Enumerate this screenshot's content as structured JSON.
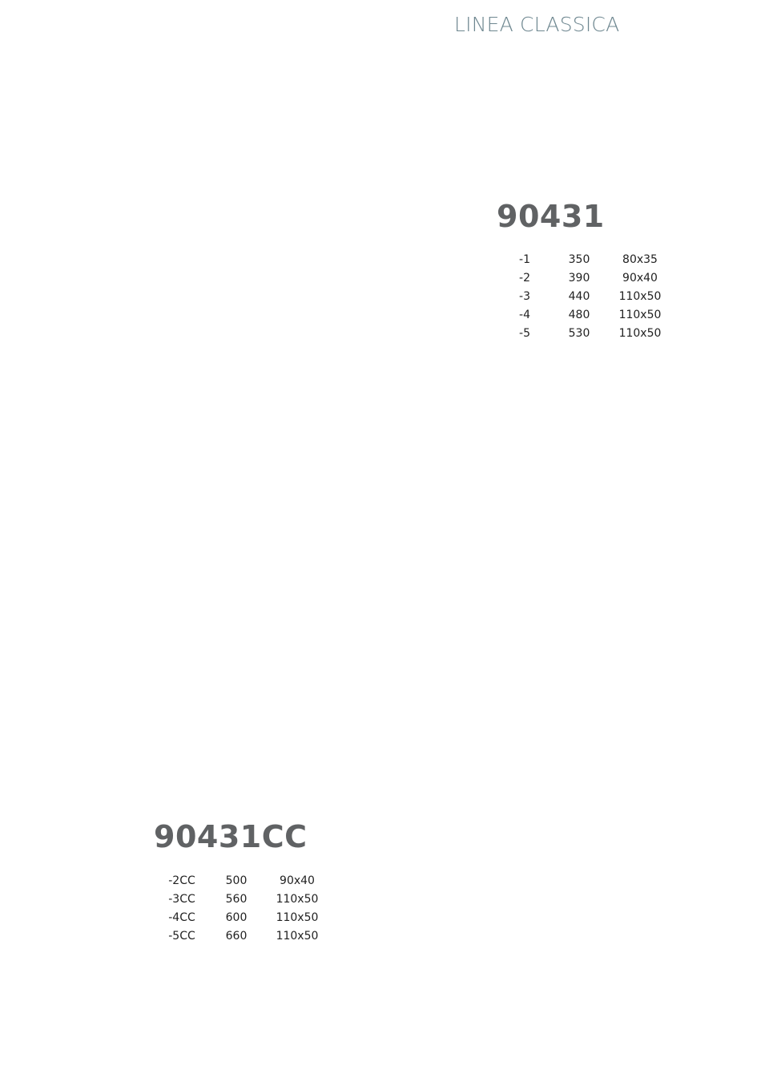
{
  "header": {
    "title": "LINEA CLASSICA"
  },
  "products": [
    {
      "code": "90431",
      "rows": [
        {
          "variant": "-1",
          "value": "350",
          "size": "80x35"
        },
        {
          "variant": "-2",
          "value": "390",
          "size": "90x40"
        },
        {
          "variant": "-3",
          "value": "440",
          "size": "110x50"
        },
        {
          "variant": "-4",
          "value": "480",
          "size": "110x50"
        },
        {
          "variant": "-5",
          "value": "530",
          "size": "110x50"
        }
      ]
    },
    {
      "code": "90431CC",
      "rows": [
        {
          "variant": "-2CC",
          "value": "500",
          "size": "90x40"
        },
        {
          "variant": "-3CC",
          "value": "560",
          "size": "110x50"
        },
        {
          "variant": "-4CC",
          "value": "600",
          "size": "110x50"
        },
        {
          "variant": "-5CC",
          "value": "660",
          "size": "110x50"
        }
      ]
    }
  ]
}
